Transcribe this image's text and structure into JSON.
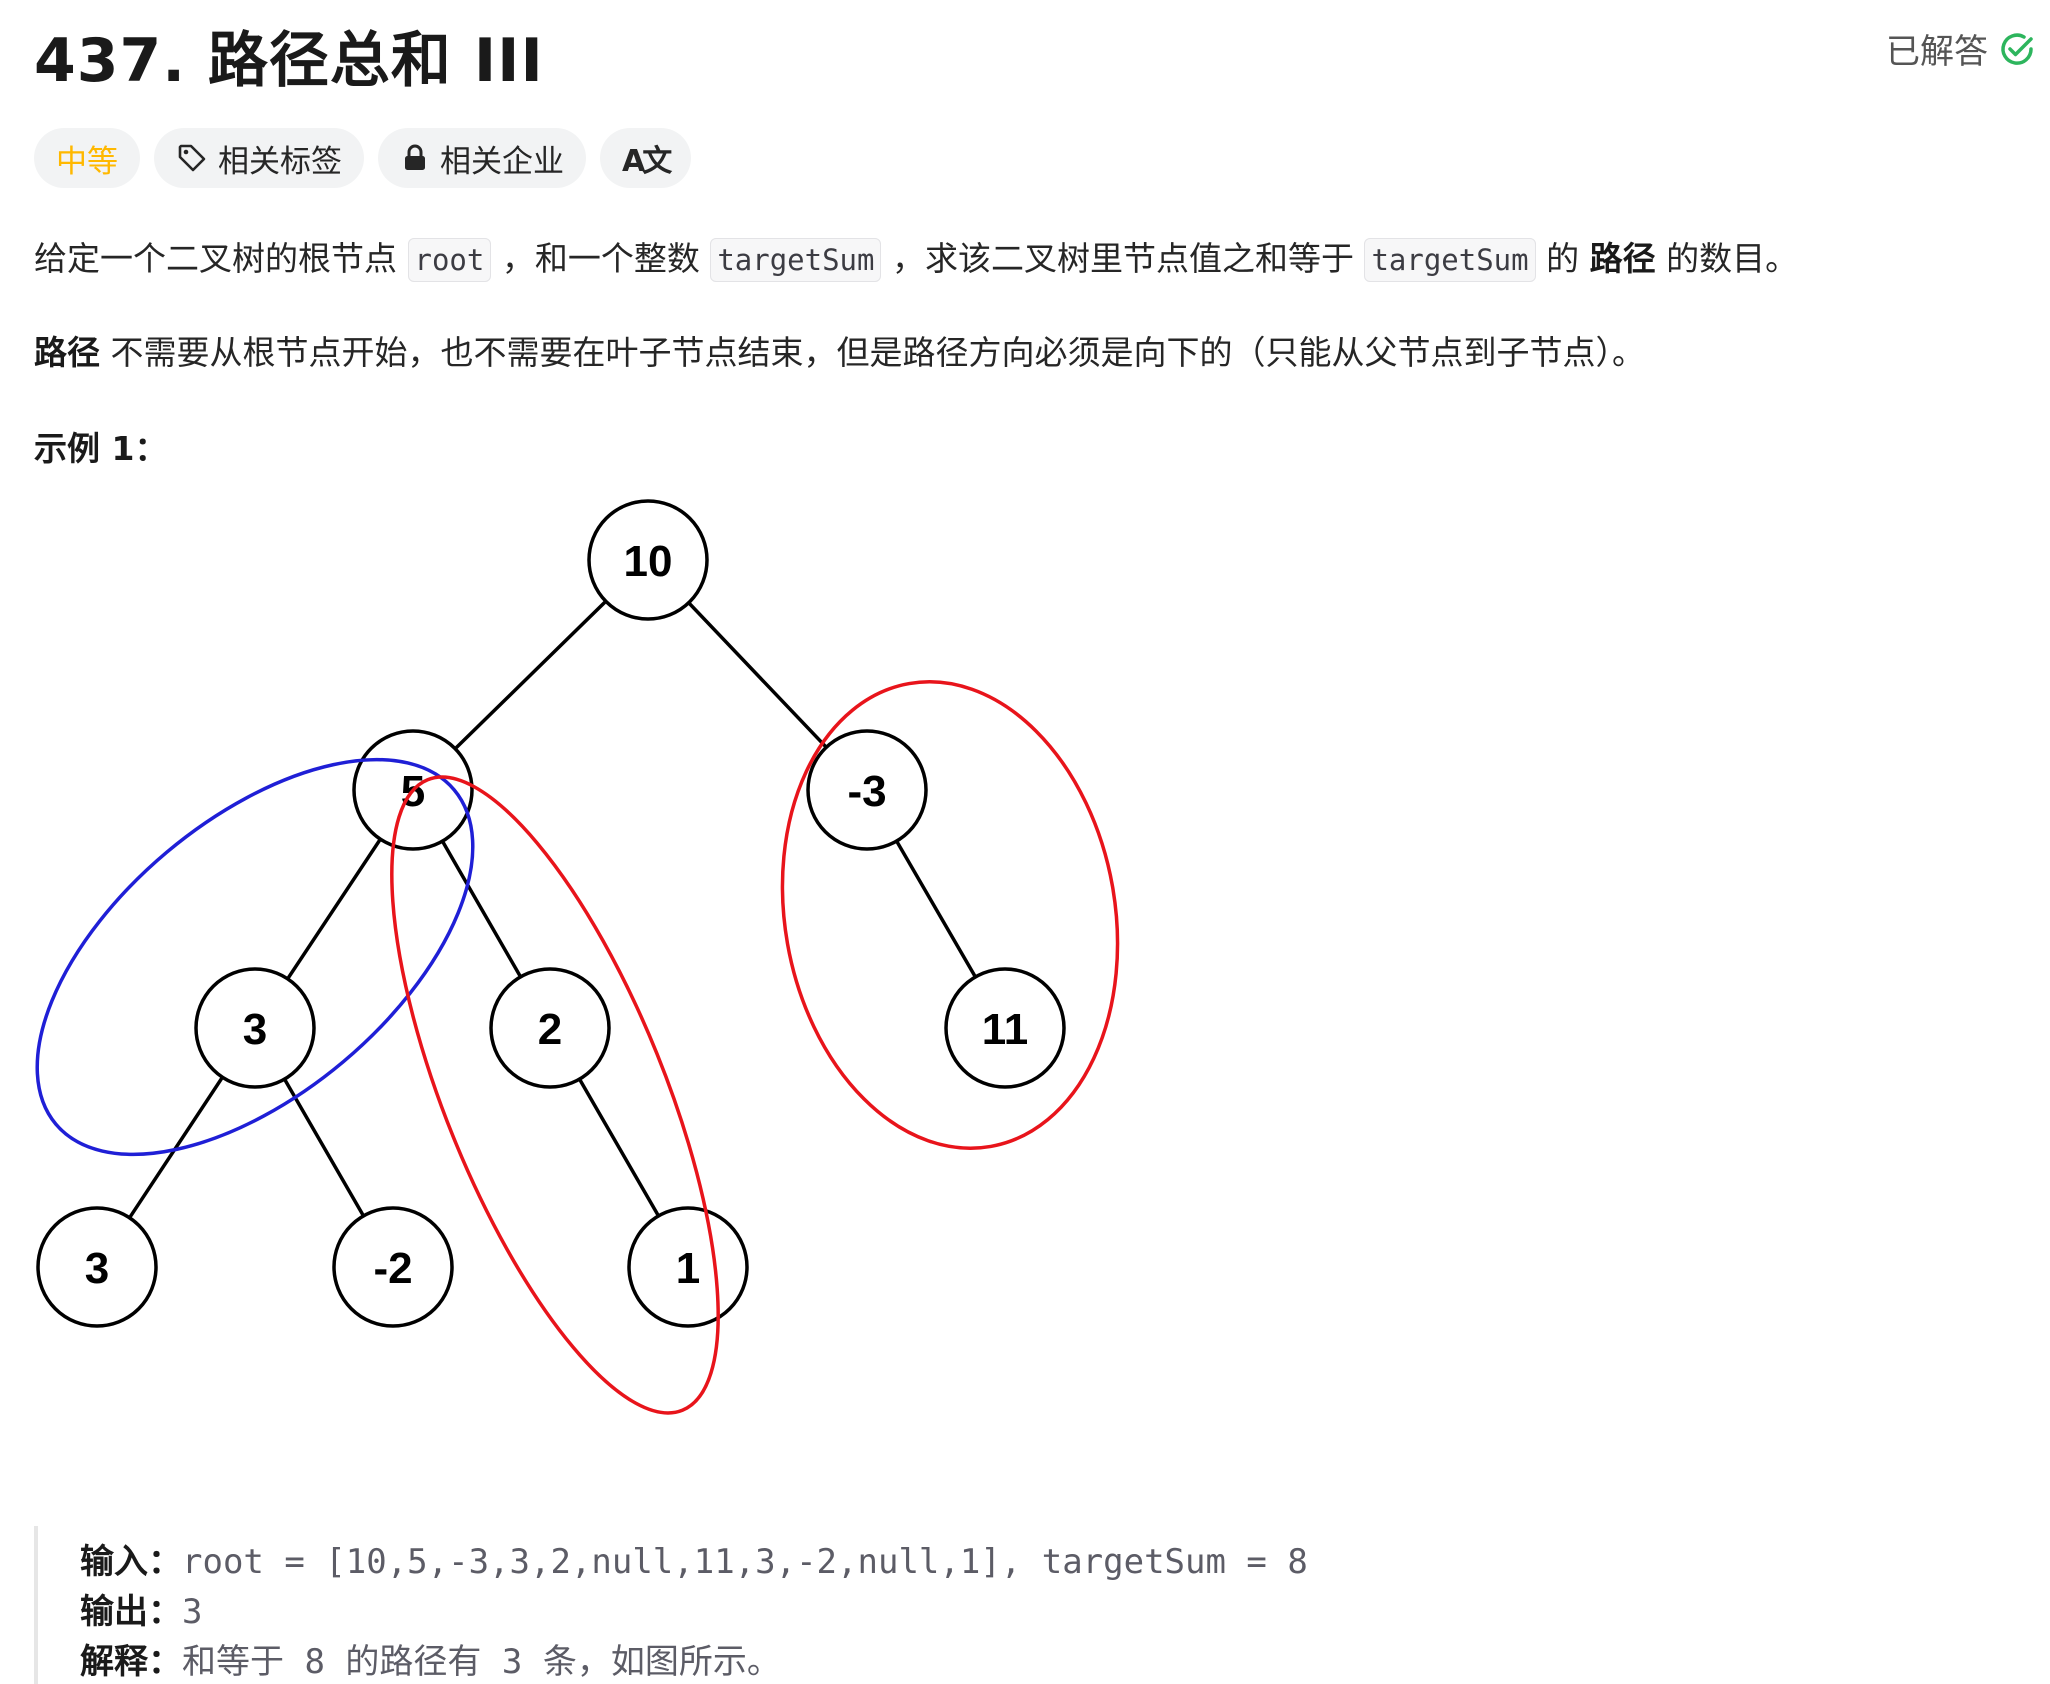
{
  "problem": {
    "title": "437. 路径总和 III",
    "status": "已解答"
  },
  "tags": {
    "difficulty": "中等",
    "related_tags": "相关标签",
    "related_companies": "相关企业",
    "translate_icon_text": "A文"
  },
  "description": {
    "p1_a": "给定一个二叉树的根节点 ",
    "p1_code1": "root",
    "p1_b": " ，和一个整数 ",
    "p1_code2": "targetSum",
    "p1_c": " ，求该二叉树里节点值之和等于 ",
    "p1_code3": "targetSum",
    "p1_d": " 的 ",
    "p1_bold": "路径",
    "p1_e": " 的数目。",
    "p2_bold": "路径",
    "p2_rest": " 不需要从根节点开始，也不需要在叶子节点结束，但是路径方向必须是向下的（只能从父节点到子节点）。"
  },
  "example": {
    "title": "示例 1：",
    "input_label": "输入：",
    "input_value": "root = [10,5,-3,3,2,null,11,3,-2,null,1], targetSum = 8",
    "output_label": "输出：",
    "output_value": "3",
    "explain_label": "解释：",
    "explain_value": "和等于 8 的路径有 3 条，如图所示。"
  },
  "tree": {
    "nodes": {
      "root": "10",
      "left": "5",
      "right": "-3",
      "left_left": "3",
      "left_right": "2",
      "right_right": "11",
      "left_left_left": "3",
      "left_left_right": "-2",
      "left_right_right": "1"
    },
    "highlight_colors": {
      "red": "#e8141b",
      "blue": "#1f1fd6"
    }
  },
  "colors": {
    "difficulty_medium": "#ffb800",
    "solved_check": "#2db55d"
  }
}
